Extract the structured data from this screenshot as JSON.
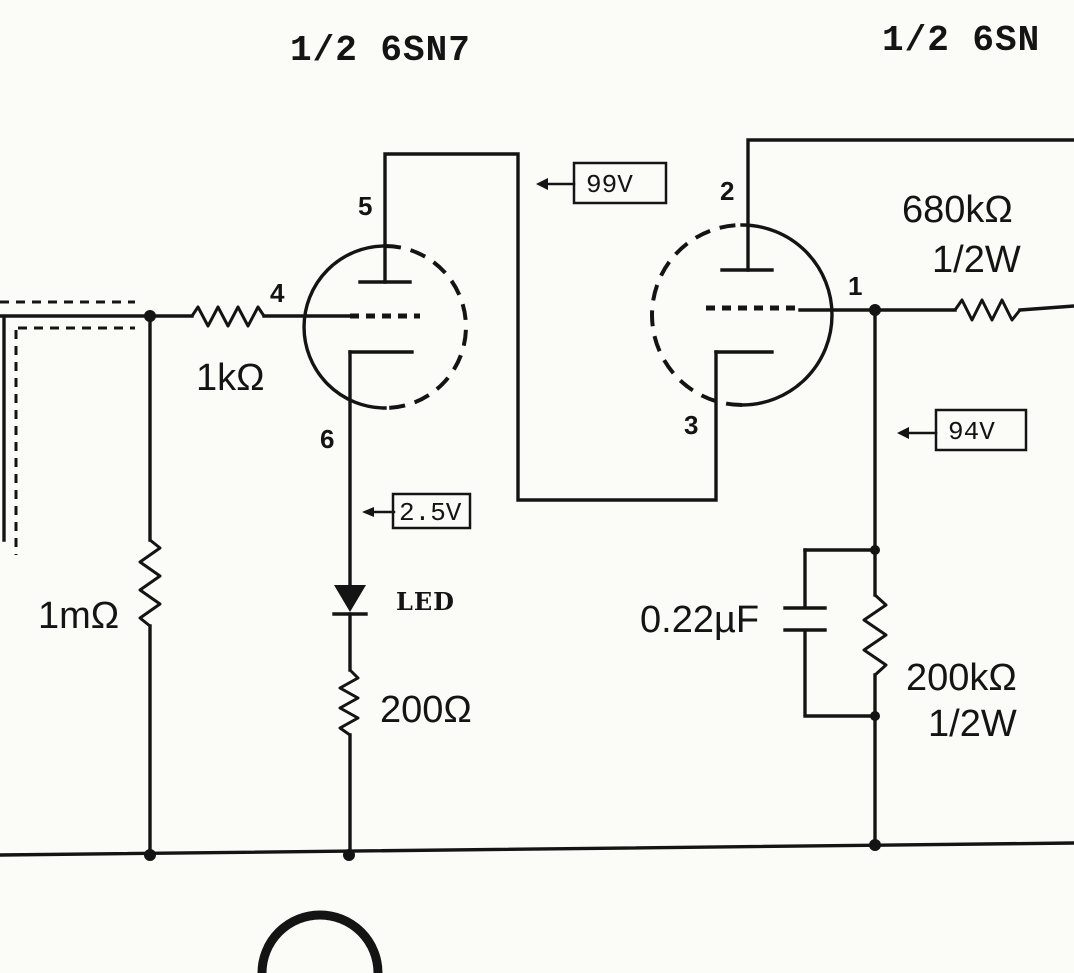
{
  "tubes": {
    "left_title": "1/2 6SN7",
    "right_title": "1/2 6SN"
  },
  "pins": {
    "p5": "5",
    "p4": "4",
    "p6": "6",
    "p2": "2",
    "p1": "1",
    "p3": "3"
  },
  "voltages": {
    "plate_left": "99V",
    "cathode_left": "2.5V",
    "cathode_right": "94V"
  },
  "components": {
    "grid_resistor": "1kΩ",
    "input_resistor": "1mΩ",
    "led": "LED",
    "cathode_resistor": "200Ω",
    "output_resistor_value": "680kΩ",
    "output_resistor_power": "1/2W",
    "capacitor": "0.22µF",
    "load_resistor_value": "200kΩ",
    "load_resistor_power": "1/2W"
  }
}
